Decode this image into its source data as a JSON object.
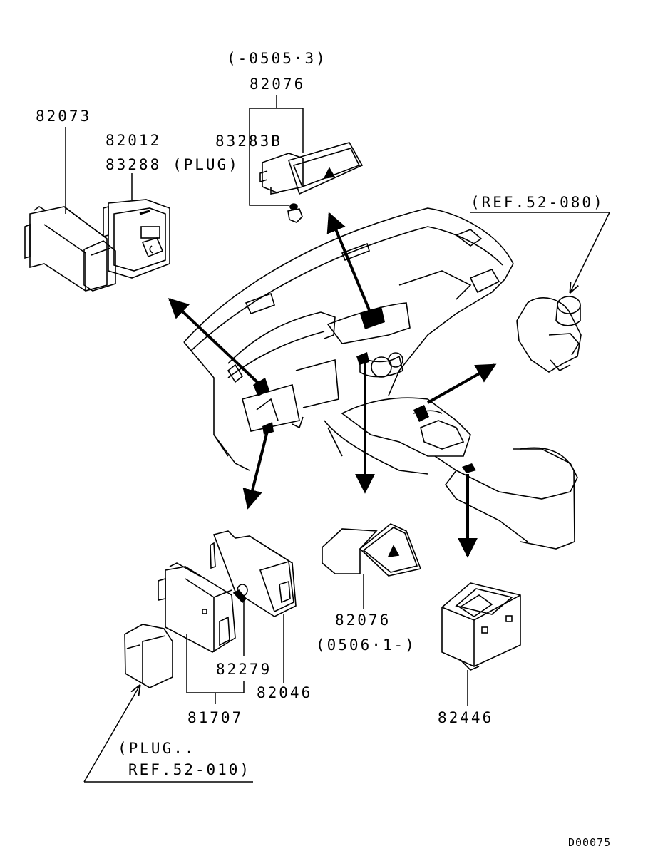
{
  "diagram": {
    "drawing_code": "D00075",
    "colors": {
      "line": "#000000",
      "background": "#ffffff"
    },
    "parts": [
      {
        "id": "hazard-switch-early",
        "number": "82076",
        "note": "(-0505·3)"
      },
      {
        "id": "hazard-bulb",
        "number": "83283B"
      },
      {
        "id": "relay-82073",
        "number": "82073"
      },
      {
        "id": "switch-82012",
        "number": "82012"
      },
      {
        "id": "plug-83288",
        "number": "83288",
        "note": "(PLUG)"
      },
      {
        "id": "ref-52-080",
        "note": "(REF.52-080)"
      },
      {
        "id": "hazard-switch-late",
        "number": "82076",
        "note": "(0506·1-)"
      },
      {
        "id": "window-switch",
        "number": "82446"
      },
      {
        "id": "socket-82279",
        "number": "82279"
      },
      {
        "id": "switch-82046",
        "number": "82046"
      },
      {
        "id": "switch-81707",
        "number": "81707"
      },
      {
        "id": "ref-52-010",
        "note_line1": "(PLUG..",
        "note_line2": "REF.52-010)"
      }
    ]
  }
}
